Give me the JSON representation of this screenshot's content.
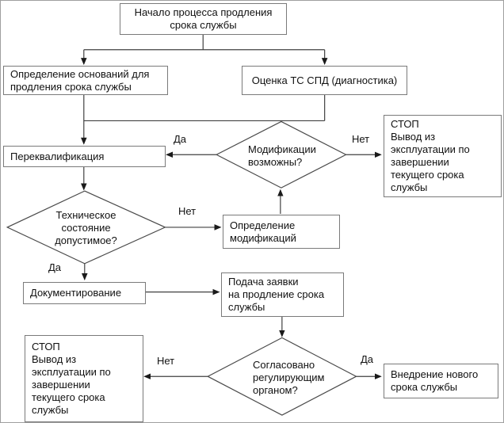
{
  "flowchart": {
    "nodes": {
      "start": {
        "text": "Начало процесса продления\nсрока службы"
      },
      "grounds": {
        "text": "Определение оснований для\nпродления срока службы"
      },
      "assess": {
        "text": "Оценка ТС СПД (диагностика)"
      },
      "requalification": {
        "text": "Переквалификация"
      },
      "stop_right": {
        "text": "СТОП\nВывод из\nэксплуатации по\nзавершении\nтекущего срока\nслужбы"
      },
      "define_mods": {
        "text": "Определение\nмодификаций"
      },
      "documenting": {
        "text": "Документирование"
      },
      "application": {
        "text": "Подача заявки\nна продление срока\nслужбы"
      },
      "stop_left": {
        "text": "СТОП\nВывод из\nэксплуатации по\nзавершении\nтекущего срока\nслужбы"
      },
      "implement": {
        "text": "Внедрение нового\nсрока службы"
      }
    },
    "decisions": {
      "mods_possible": {
        "text": "Модификации\nвозможны?"
      },
      "tech_state": {
        "text": "Техническое\nсостояние\nдопустимое?"
      },
      "approved": {
        "text": "Согласовано\nрегулирующим\nорганом?"
      }
    },
    "edge_labels": {
      "mods_yes": "Да",
      "mods_no": "Нет",
      "tech_no": "Нет",
      "tech_yes": "Да",
      "approved_no": "Нет",
      "approved_yes": "Да"
    },
    "colors": {
      "background": "#ffffff",
      "box_border": "#7a7a7a",
      "line": "#404040",
      "text": "#111111"
    }
  }
}
